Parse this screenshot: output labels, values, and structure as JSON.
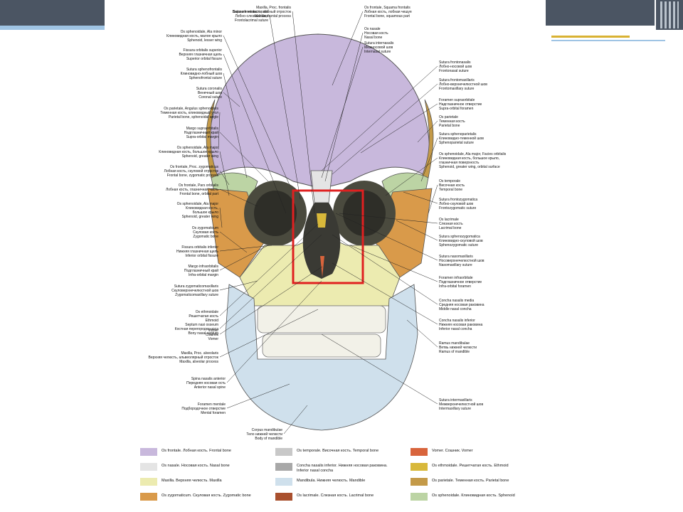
{
  "labels_right": [
    {
      "text": "Os frontale, Squama frontalis\nЛобная кость, лобная чешуя\nFrontal bone, squamous part"
    },
    {
      "text": "Os nasale\nНосовая кость\nNasal bone"
    },
    {
      "text": "Sutura internasalis\nМежносовой шов\nInternasal suture"
    },
    {
      "text": "Sutura frontonasalis\nЛобно-носовой шов\nFrontonasal suture"
    },
    {
      "text": "Sutura frontomaxillaris\nЛобно-верхнечелюстной шов\nFrontomaxillary suture"
    },
    {
      "text": "Foramen supraorbitale\nНадглазничное отверстие\nSupra-orbital foramen"
    },
    {
      "text": "Os parietale\nТеменная кость\nParietal bone"
    },
    {
      "text": "Sutura sphenoparietalis\nКлиновидно-теменной шов\nSphenoparietal suture"
    },
    {
      "text": "Os sphenoidale, Ala major, Facies orbitalis\nКлиновидная кость, большое крыло,\nглазничная поверхность\nSphenoid, greater wing, orbital surface"
    },
    {
      "text": "Os temporale\nВисочная кость\nTemporal bone"
    },
    {
      "text": "Sutura frontozygomatica\nЛобно-скуловой шов\nFrontozygomatic suture"
    },
    {
      "text": "Os lacrimale\nСлезная кость\nLacrimal bone"
    },
    {
      "text": "Sutura sphenozygomatica\nКлиновидно-скуловой шов\nSphenozygomatic suture"
    },
    {
      "text": "Sutura nasomaxillaris\nНосоверхнечелюстной шов\nNasomaxillary suture"
    },
    {
      "text": "Foramen infraorbitale\nПодглазничное отверстие\nInfra-orbital foramen"
    },
    {
      "text": "Concha nasalis media\nСредняя носовая раковина\nMiddle nasal concha"
    },
    {
      "text": "Concha nasalis inferior\nНижняя носовая раковина\nInferior nasal concha"
    },
    {
      "text": "Ramus mandibulae\nВетвь нижней челюсти\nRamus of mandible"
    },
    {
      "text": "Sutura intermaxillaris\nМежверхнечелюстной шов\nIntermaxillary suture"
    }
  ],
  "labels_left": [
    {
      "text": "Sutura frontolacrimalis\nЛобно-слезный шов\nFrontolacrimal suture"
    },
    {
      "text": "Maxilla, Proc. frontalis\nВерхняя челюсть, лобный отросток\nMaxilla, frontal process"
    },
    {
      "text": "Os sphenoidale, Ala minor\nКлиновидная кость, малое крыло\nSphenoid, lesser wing"
    },
    {
      "text": "Fissura orbitalis superior\nВерхняя глазничная щель\nSuperior orbital fissure"
    },
    {
      "text": "Sutura sphenofrontalis\nКлиновидно-лобный шов\nSphenofrontal suture"
    },
    {
      "text": "Sutura coronalis\nВенечный шов\nCoronal suture"
    },
    {
      "text": "Os parietale, Angulus sphenoidalis\nТеменная кость, клиновидный угол\nParietal bone, sphenoidal angle"
    },
    {
      "text": "Margo supraorbitalis\nНадглазничный край\nSupra-orbital margin"
    },
    {
      "text": "Os sphenoidale, Ala major\nКлиновидная кость, большое крыло\nSphenoid, greater wing"
    },
    {
      "text": "Os frontale, Proc. zygomaticus\nЛобная кость, скуловой отросток\nFrontal bone, zygomatic process"
    },
    {
      "text": "Os frontale, Pars orbitalis\nЛобная кость, глазничная часть\nFrontal bone, orbital part"
    },
    {
      "text": "Os sphenoidale, Ala major\nКлиновидная кость,\nбольшое крыло\nSphenoid, greater wing"
    },
    {
      "text": "Os zygomaticum\nСкуловая кость\nZygomatic bone"
    },
    {
      "text": "Fissura orbitalis inferior\nНижняя глазничная щель\nInferior orbital fissure"
    },
    {
      "text": "Margo infraorbitalis\nПодглазничный край\nInfra-orbital margin"
    },
    {
      "text": "Sutura zygomaticomaxillaris\nСкуловерхнечелюстной шов\nZygomaticomaxillary suture"
    },
    {
      "text": "Os ethmoidale\nРешетчатая кость\nEthmoid"
    },
    {
      "text": "Septum nasi osseum\nКостная перегородка носа\nBony nasal septum"
    },
    {
      "text": "Vomer\nСошник\nVomer"
    },
    {
      "text": "Maxilla, Proc. alveolaris\nВерхняя челюсть, альвеолярный отросток\nMaxilla, alveolar process"
    },
    {
      "text": "Spina nasalis anterior\nПередняя носовая ость\nAnterior nasal spine"
    },
    {
      "text": "Foramen mentale\nПодбородочное отверстие\nMental foramen"
    },
    {
      "text": "Corpus mandibulae\nТело нижней челюсти\nBody of mandible"
    }
  ],
  "legend": [
    {
      "color": "#c8b8dc",
      "text": "Os frontale. Лобная кость. Frontal bone"
    },
    {
      "color": "#e4e4e4",
      "text": "Os nasale. Носовая кость. Nasal bone"
    },
    {
      "color": "#ecebb0",
      "text": "Maxilla. Верхняя челюсть. Maxilla"
    },
    {
      "color": "#d99a4a",
      "text": "Os zygomaticum. Скуловая кость. Zygomatic bone"
    },
    {
      "color": "#c8c8c8",
      "text": "Os temporale. Височная кость. Temporal bone"
    },
    {
      "color": "#a8a8a8",
      "text": "Concha nasalis inferior. Нижняя носовая раковина.\nInferior nasal concha"
    },
    {
      "color": "#cfe0ec",
      "text": "Mandibula. Нижняя челюсть. Mandible"
    },
    {
      "color": "#a9502e",
      "text": "Os lacrimale. Слезная кость. Lacrimal bone"
    },
    {
      "color": "#d8643c",
      "text": "Vomer. Сошник. Vomer"
    },
    {
      "color": "#d8b83a",
      "text": "Os ethmoidale. Решетчатая кость. Ethmoid"
    },
    {
      "color": "#c49a48",
      "text": "Os parietale. Теменная кость. Parietal bone"
    },
    {
      "color": "#bcd4a4",
      "text": "Os sphenoidale. Клиновидная кость. Sphenoid"
    }
  ],
  "colors": {
    "frontal": "#c8b8dc",
    "maxilla": "#ecebb0",
    "zygomatic": "#d99a4a",
    "sphenoid": "#bcd4a4",
    "mandible": "#cfe0ec",
    "parietal": "#c49a48",
    "highlight": "#e02020"
  }
}
